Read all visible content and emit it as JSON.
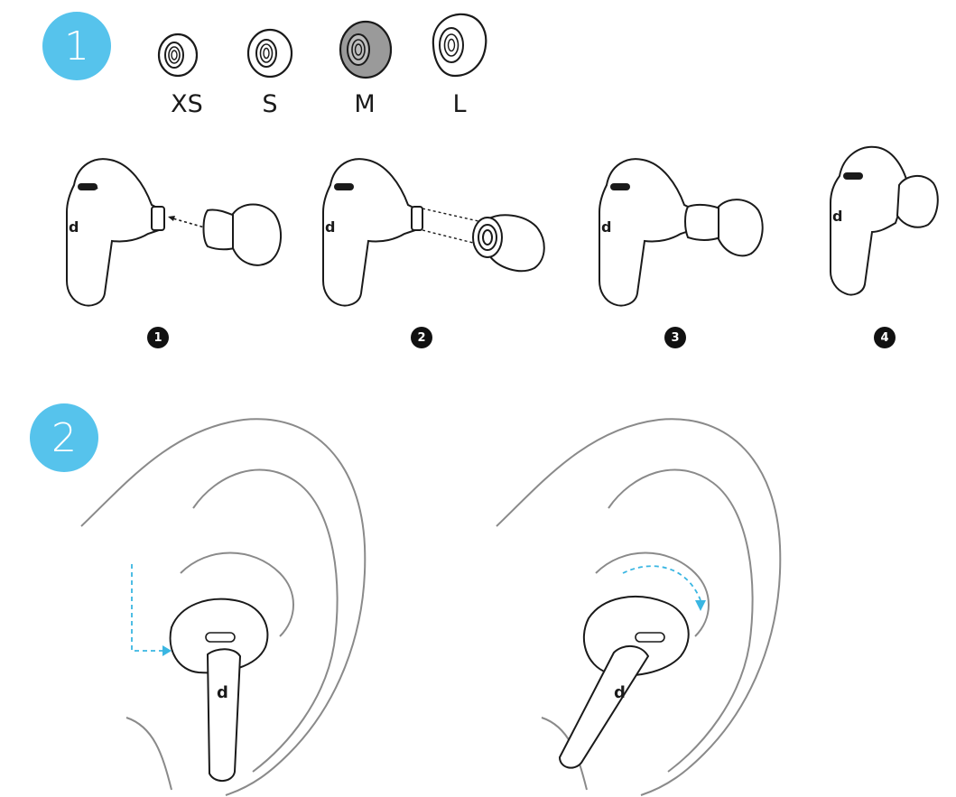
{
  "colors": {
    "step_badge": "#56c3ec",
    "line": "#1a1a1a",
    "ear_line": "#8a8a8a",
    "arrow_blue": "#3ab6e2",
    "selected_tip_fill": "#9a9a9a"
  },
  "steps": [
    {
      "label": "1"
    },
    {
      "label": "2"
    }
  ],
  "ear_tip_sizes": [
    {
      "label": "XS",
      "selected": false
    },
    {
      "label": "S",
      "selected": false
    },
    {
      "label": "M",
      "selected": true
    },
    {
      "label": "L",
      "selected": false
    }
  ],
  "sub_steps": [
    {
      "label": "1"
    },
    {
      "label": "2"
    },
    {
      "label": "3"
    },
    {
      "label": "4"
    }
  ],
  "icons": {
    "brand_logo": "soundcore-logo-icon",
    "ear_tip": "ear-tip-icon",
    "earbud": "earbud-icon",
    "ear": "ear-outline-icon",
    "insert_arrow": "dashed-arrow-icon",
    "rotate_arrow": "dashed-curved-arrow-icon"
  }
}
